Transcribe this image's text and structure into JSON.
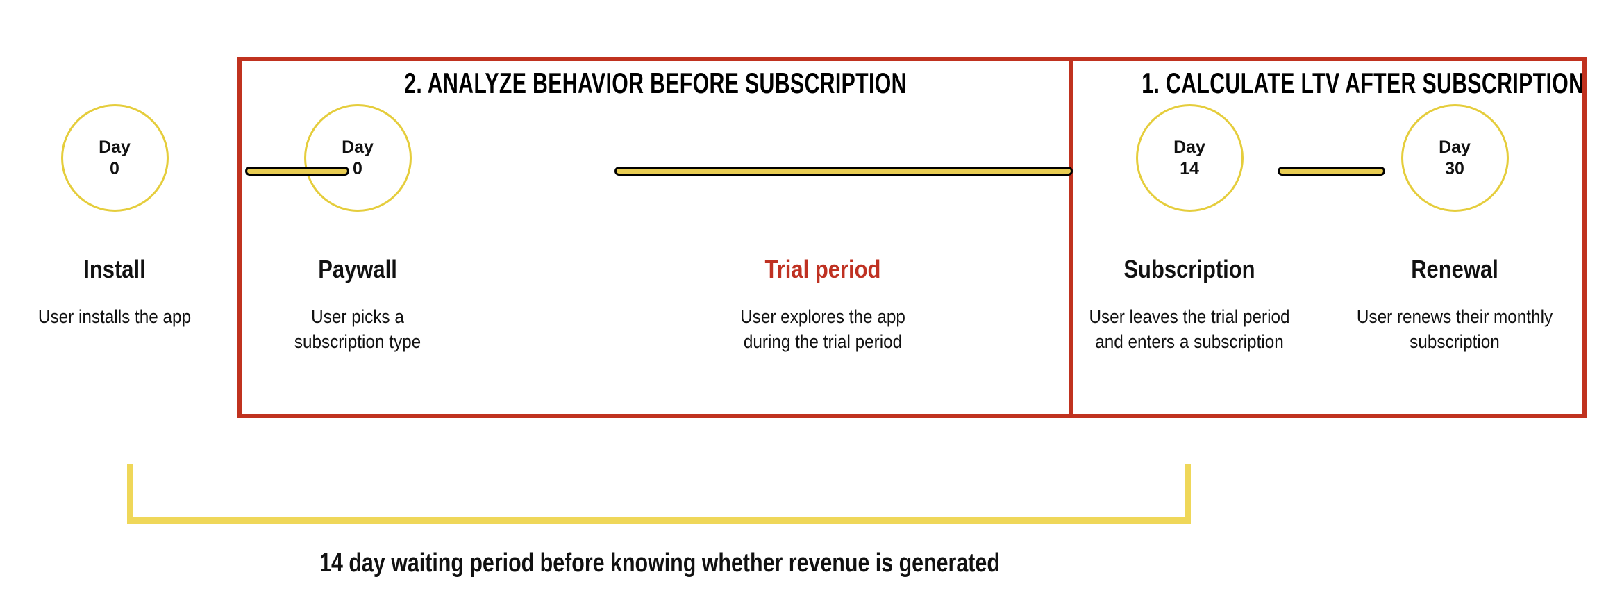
{
  "diagram": {
    "title": "Subscription lifecycle timeline",
    "colors": {
      "group_border_red": "#c0321f",
      "accent_red": "#bf3122",
      "circle_yellow": "#e5cd3c",
      "connector_yellow": "#e8cc52",
      "bracket_yellow": "#efd759",
      "text_black": "#111111",
      "background": "#ffffff"
    },
    "groups": [
      {
        "id": "analyze",
        "number": "2.",
        "title": "2.   ANALYZE BEHAVIOR BEFORE SUBSCRIPTION",
        "title_text": "ANALYZE BEHAVIOR BEFORE SUBSCRIPTION"
      },
      {
        "id": "calculate",
        "number": "1.",
        "title": "1.   CALCULATE LTV AFTER SUBSCRIPTION",
        "title_text": "CALCULATE LTV AFTER SUBSCRIPTION"
      }
    ],
    "steps": [
      {
        "id": "install",
        "day_word": "Day",
        "day_number": "0",
        "label": "Install",
        "description": "User installs the app"
      },
      {
        "id": "paywall",
        "day_word": "Day",
        "day_number": "0",
        "label": "Paywall",
        "description": "User picks a subscription type"
      },
      {
        "id": "trial",
        "label": "Trial period",
        "description": "User explores the app during the trial period"
      },
      {
        "id": "subscription",
        "day_word": "Day",
        "day_number": "14",
        "label": "Subscription",
        "description": "User leaves the trial period and enters a subscription"
      },
      {
        "id": "renewal",
        "day_word": "Day",
        "day_number": "30",
        "label": "Renewal",
        "description": "User renews their monthly subscription"
      }
    ],
    "bracket": {
      "caption": "14 day waiting period before knowing whether revenue is generated"
    }
  }
}
